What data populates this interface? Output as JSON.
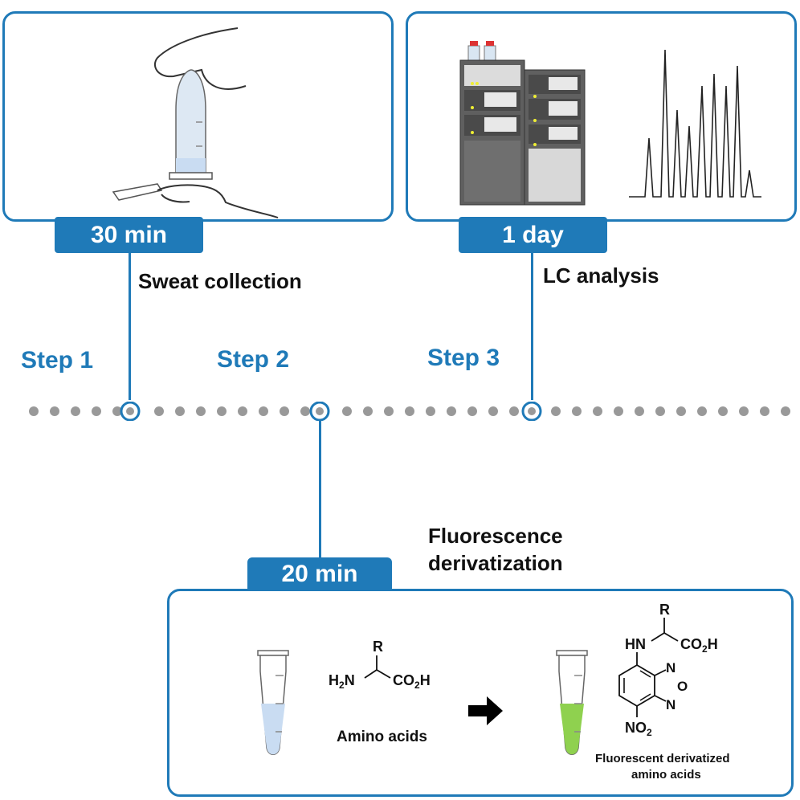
{
  "steps": [
    {
      "label": "Step 1",
      "duration": "30 min",
      "description": "Sweat collection"
    },
    {
      "label": "Step 2",
      "duration": "20 min",
      "description": "Fluorescence derivatization"
    },
    {
      "label": "Step 3",
      "duration": "1 day",
      "description": "LC analysis"
    }
  ],
  "reaction": {
    "reactant_label": "Amino acids",
    "product_label_line1": "Fluorescent derivatized",
    "product_label_line2": "amino acids",
    "reactant_R": "R",
    "reactant_H2N": "H",
    "reactant_H2N_sub": "2",
    "reactant_N": "N",
    "reactant_CO2H_a": "CO",
    "reactant_CO2H_sub": "2",
    "reactant_CO2H_b": "H",
    "product_R": "R",
    "product_HN": "HN",
    "product_CO2H_a": "CO",
    "product_CO2H_sub": "2",
    "product_CO2H_b": "H",
    "product_N1": "N",
    "product_O": "O",
    "product_N2": "N",
    "product_NO2_a": "NO",
    "product_NO2_sub": "2"
  },
  "colors": {
    "accent": "#1f7ab8",
    "timeline_dot": "#999999",
    "sweat_liquid": "#c9dcf2",
    "fluorescent_liquid": "#8fd14f"
  }
}
